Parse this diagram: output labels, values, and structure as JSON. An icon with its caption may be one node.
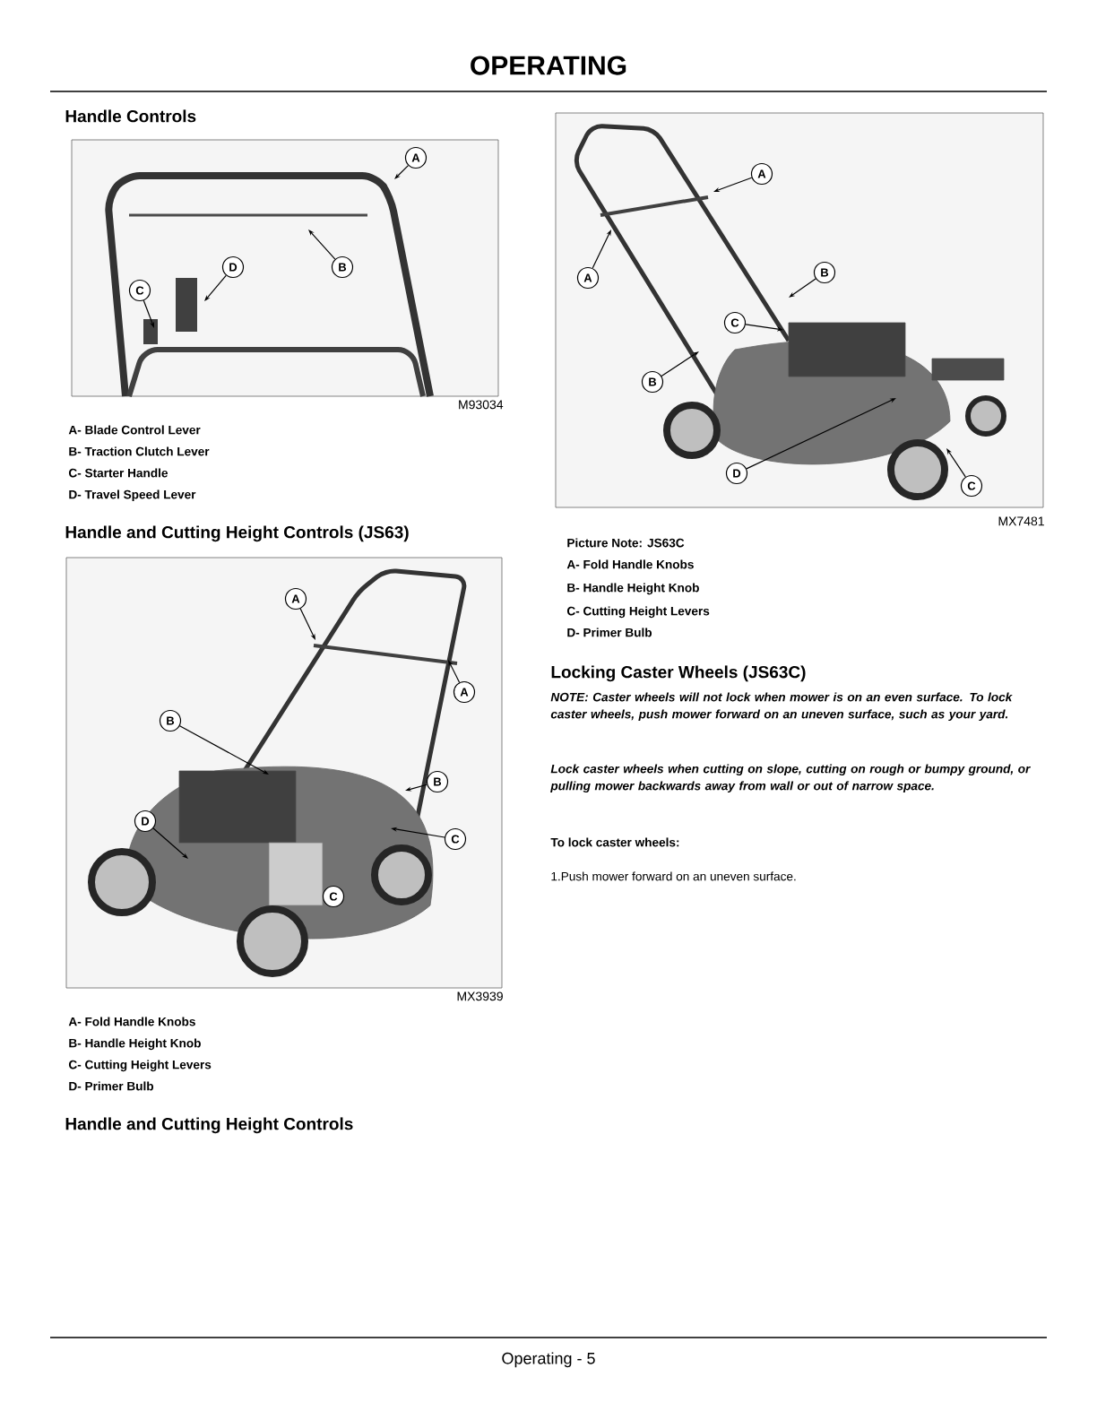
{
  "diagram": {
    "title": "OPERATING",
    "nodes": [
      {
        "text": [
          "A"
        ]
      },
      {
        "text": [
          "B"
        ]
      },
      {
        "text": [
          "D"
        ]
      },
      {
        "text": [
          "C"
        ]
      },
      {
        "text": [
          "A"
        ]
      },
      {
        "text": [
          "A"
        ]
      },
      {
        "text": [
          "B"
        ]
      },
      {
        "text": [
          "B"
        ]
      },
      {
        "text": [
          "D"
        ]
      },
      {
        "text": [
          "C"
        ]
      },
      {
        "text": [
          "C"
        ]
      },
      {
        "text": [
          "A"
        ]
      },
      {
        "text": [
          "A"
        ]
      },
      {
        "text": [
          "B"
        ]
      },
      {
        "text": [
          "C"
        ]
      },
      {
        "text": [
          "B"
        ]
      },
      {
        "text": [
          "D"
        ]
      },
      {
        "text": [
          "C"
        ]
      }
    ],
    "edges": [
      {
        "from": 0,
        "to": null,
        "arrow": "to"
      },
      {
        "from": 1,
        "to": null,
        "arrow": "to"
      },
      {
        "from": 2,
        "to": null,
        "arrow": "to"
      },
      {
        "from": 3,
        "to": null,
        "arrow": "to"
      },
      {
        "from": 4,
        "to": null,
        "arrow": "to"
      },
      {
        "from": 5,
        "to": null,
        "arrow": "to"
      },
      {
        "from": 6,
        "to": null,
        "arrow": "to"
      },
      {
        "from": 7,
        "to": null,
        "arrow": "to"
      },
      {
        "from": 8,
        "to": null,
        "arrow": "to"
      },
      {
        "from": 9,
        "to": null,
        "arrow": "to"
      },
      {
        "from": 11,
        "to": null,
        "arrow": "to"
      },
      {
        "from": 12,
        "to": null,
        "arrow": "to"
      },
      {
        "from": 13,
        "to": null,
        "arrow": "to"
      },
      {
        "from": 14,
        "to": null,
        "arrow": "to"
      },
      {
        "from": 15,
        "to": null,
        "arrow": "to"
      },
      {
        "from": 16,
        "to": null,
        "arrow": "to"
      },
      {
        "from": 17,
        "to": null,
        "arrow": "to"
      }
    ],
    "labels": [
      "Handle Controls",
      "M93034",
      "A- Blade Control Lever",
      "B- Traction Clutch Lever",
      "C- Starter Handle",
      "D- Travel Speed Lever",
      "Handle and Cutting Height Controls (JS63)",
      "MX3939",
      "A- Fold Handle Knobs",
      "B- Handle Height Knob",
      "C- Cutting Height Levers",
      "D- Primer Bulb",
      "Handle and Cutting Height Controls",
      "MX7481",
      "Picture Note: JS63C",
      "A- Fold Handle Knobs",
      "B- Handle Height Knob",
      "C- Cutting Height Levers",
      "D- Primer Bulb",
      "Locking Caster Wheels (JS63C)",
      "NOTE: Caster wheels will not lock when mower is on an even surface. To lock caster wheels, push mower forward on an uneven surface, such as your yard.",
      "Lock caster wheels when cutting on slope, cutting on rough or bumpy ground, or pulling mower backwards away from wall or out of narrow space.",
      "To lock caster wheels:",
      "1.Push mower forward on an uneven surface.",
      "Operating - 5"
    ]
  }
}
